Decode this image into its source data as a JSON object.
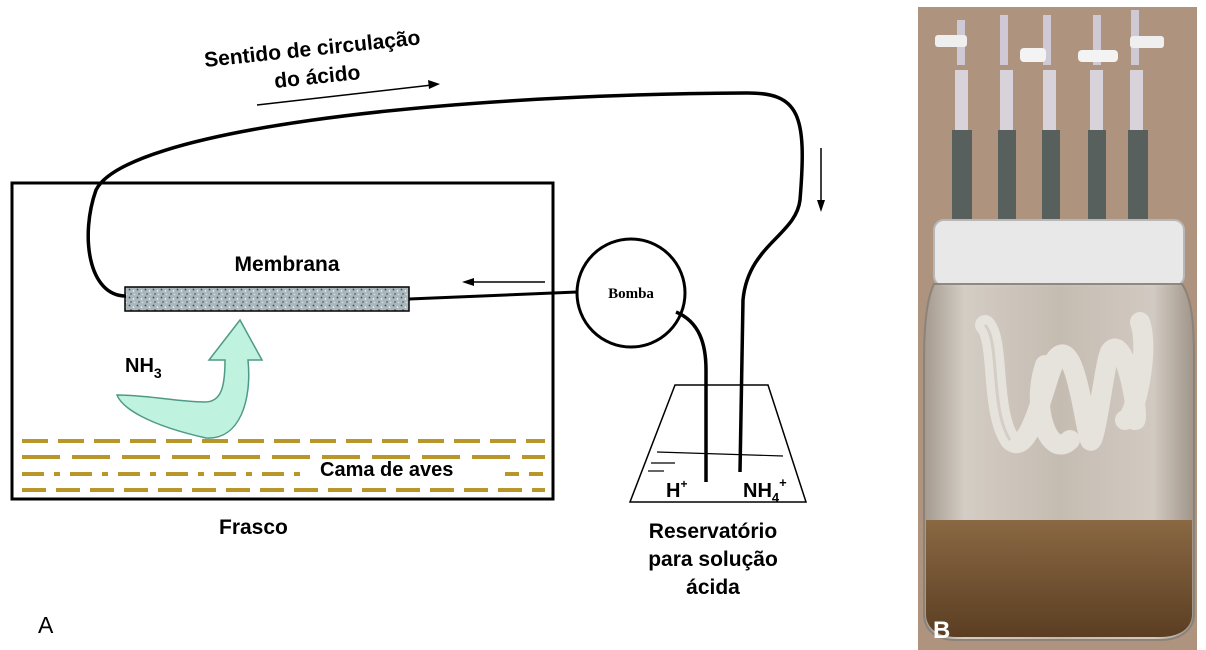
{
  "panel_a": {
    "panel_label": "A",
    "circulation_label_line1": "Sentido de circulação",
    "circulation_label_line2": "do ácido",
    "membrane_label": "Membrana",
    "pump_label": "Bomba",
    "gas_label_main": "NH",
    "gas_label_sub": "3",
    "litter_label": "Cama de aves",
    "flask_label": "Frasco",
    "reservoir_label_line1": "Reservatório",
    "reservoir_label_line2": "para solução",
    "reservoir_label_line3": "ácida",
    "proton_label_main": "H",
    "proton_label_sup": "+",
    "ammonium_label_main": "NH",
    "ammonium_label_sub": "4",
    "ammonium_label_sup": "+"
  },
  "panel_b": {
    "panel_label": "B"
  },
  "colors": {
    "line": "#000000",
    "litter_dashes": "#b8962a",
    "arrow_fill": "#bff2df",
    "arrow_stroke": "#4f9a86",
    "membrane_fill": "#aab7bd",
    "background_photo": "#b49a84",
    "lid": "#e8e8e8",
    "tube_coil": "#e6e2dc",
    "soil": "#6f4e2c"
  }
}
